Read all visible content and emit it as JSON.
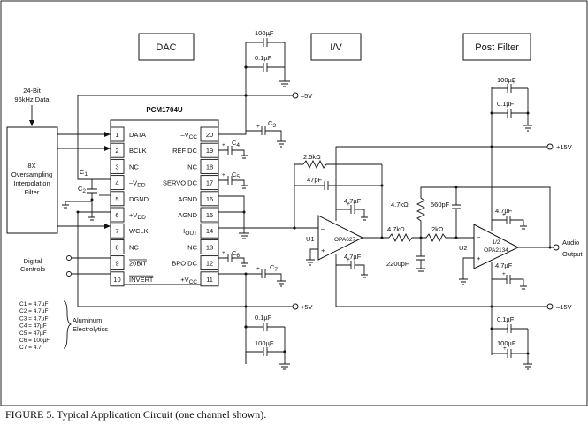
{
  "sections": {
    "dac": "DAC",
    "iv": "I/V",
    "post_filter": "Post Filter"
  },
  "chip": {
    "name": "PCM1704U",
    "left_pins": [
      {
        "num": "1",
        "label": "DATA"
      },
      {
        "num": "2",
        "label": "BCLK"
      },
      {
        "num": "3",
        "label": "NC"
      },
      {
        "num": "4",
        "label": "–V",
        "sub": "DD"
      },
      {
        "num": "5",
        "label": "DGND"
      },
      {
        "num": "6",
        "label": "+V",
        "sub": "DD"
      },
      {
        "num": "7",
        "label": "WCLK"
      },
      {
        "num": "8",
        "label": "NC"
      },
      {
        "num": "9",
        "label": "20BIT",
        "overline": true
      },
      {
        "num": "10",
        "label": "INVERT",
        "overline": true
      }
    ],
    "right_pins": [
      {
        "num": "20",
        "label": "–V",
        "sub": "CC"
      },
      {
        "num": "19",
        "label": "REF DC"
      },
      {
        "num": "18",
        "label": "NC"
      },
      {
        "num": "17",
        "label": "SERVO DC"
      },
      {
        "num": "16",
        "label": "AGND"
      },
      {
        "num": "15",
        "label": "AGND"
      },
      {
        "num": "14",
        "label": "I",
        "sub": "OUT"
      },
      {
        "num": "13",
        "label": "NC"
      },
      {
        "num": "12",
        "label": "BPO DC"
      },
      {
        "num": "11",
        "label": "+V",
        "sub": "CC"
      }
    ]
  },
  "input": {
    "line1": "24-Bit",
    "line2": "96kHz Data"
  },
  "filter_block": {
    "line1": "8X",
    "line2": "Oversampling",
    "line3": "Interpolation",
    "line4": "Filter"
  },
  "digital_controls": {
    "line1": "Digital",
    "line2": "Controls"
  },
  "capacitor_list": [
    "C1 = 4.7µF",
    "C2 = 4.7µF",
    "C3 = 4.7µF",
    "C4 = 47µF",
    "C5 = 47µF",
    "C6 = 100µF",
    "C7 = 4.7"
  ],
  "capacitor_note": {
    "line1": "Aluminum",
    "line2": "Electrolytics"
  },
  "cap_labels": {
    "c1": {
      "main": "C",
      "sub": "1"
    },
    "c2": {
      "main": "C",
      "sub": "2"
    },
    "c3": {
      "main": "C",
      "sub": "3"
    },
    "c4": {
      "main": "C",
      "sub": "4"
    },
    "c5": {
      "main": "C",
      "sub": "5"
    },
    "c6": {
      "main": "C",
      "sub": "6"
    },
    "c7": {
      "main": "C",
      "sub": "7"
    }
  },
  "rails": {
    "neg5": "–5V",
    "pos5": "+5V",
    "pos15": "+15V",
    "neg15": "–15V"
  },
  "values": {
    "uf100": "100µF",
    "uf01": "0.1µF",
    "uf47": "4.7µF",
    "r25k": "2.5kΩ",
    "c47p": "47pF",
    "r47k": "4.7kΩ",
    "c560p": "560pF",
    "r2k": "2kΩ",
    "c2200p": "2200pF"
  },
  "u1": {
    "ref": "U1",
    "part": "OPA627"
  },
  "u2": {
    "ref": "U2",
    "part_line1": "1/2",
    "part_line2": "OPA2134"
  },
  "output": {
    "line1": "Audio",
    "line2": "Output"
  },
  "polarity": {
    "minus": "–",
    "plus": "+"
  },
  "caption": "FIGURE 5. Typical Application Circuit (one channel shown)."
}
